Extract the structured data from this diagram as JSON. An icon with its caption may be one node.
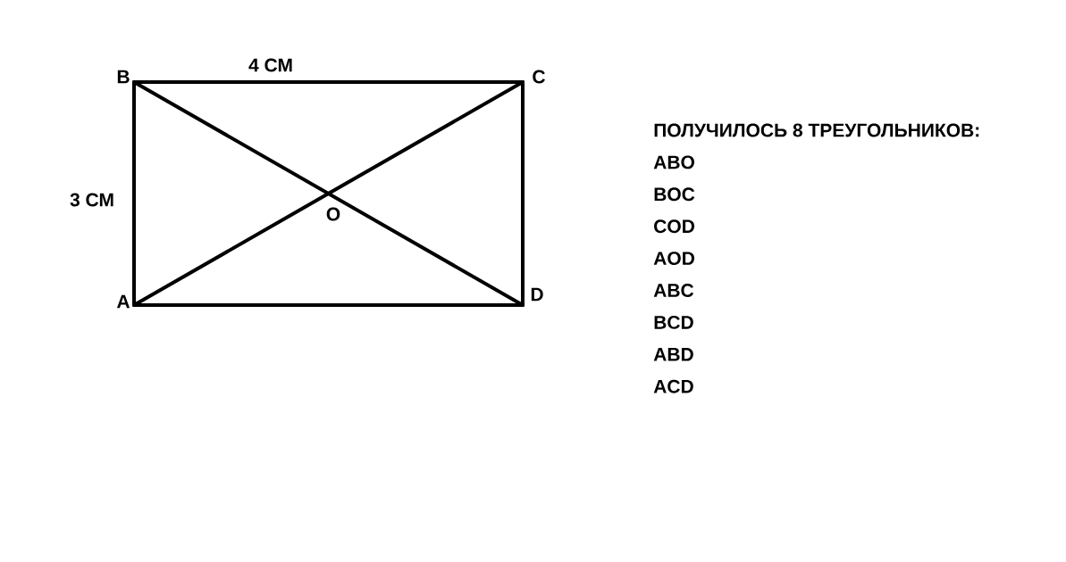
{
  "diagram": {
    "labels": [
      "B",
      "4 СМ",
      "C",
      "3 СМ",
      "O",
      "A",
      "D",
      "ПОЛУЧИЛОСЬ 8 ТРЕУГОЛЬНИКОВ:",
      "ABO",
      "BOC",
      "COD",
      "AOD",
      "ABC",
      "BCD",
      "ABD",
      "ACD"
    ]
  }
}
